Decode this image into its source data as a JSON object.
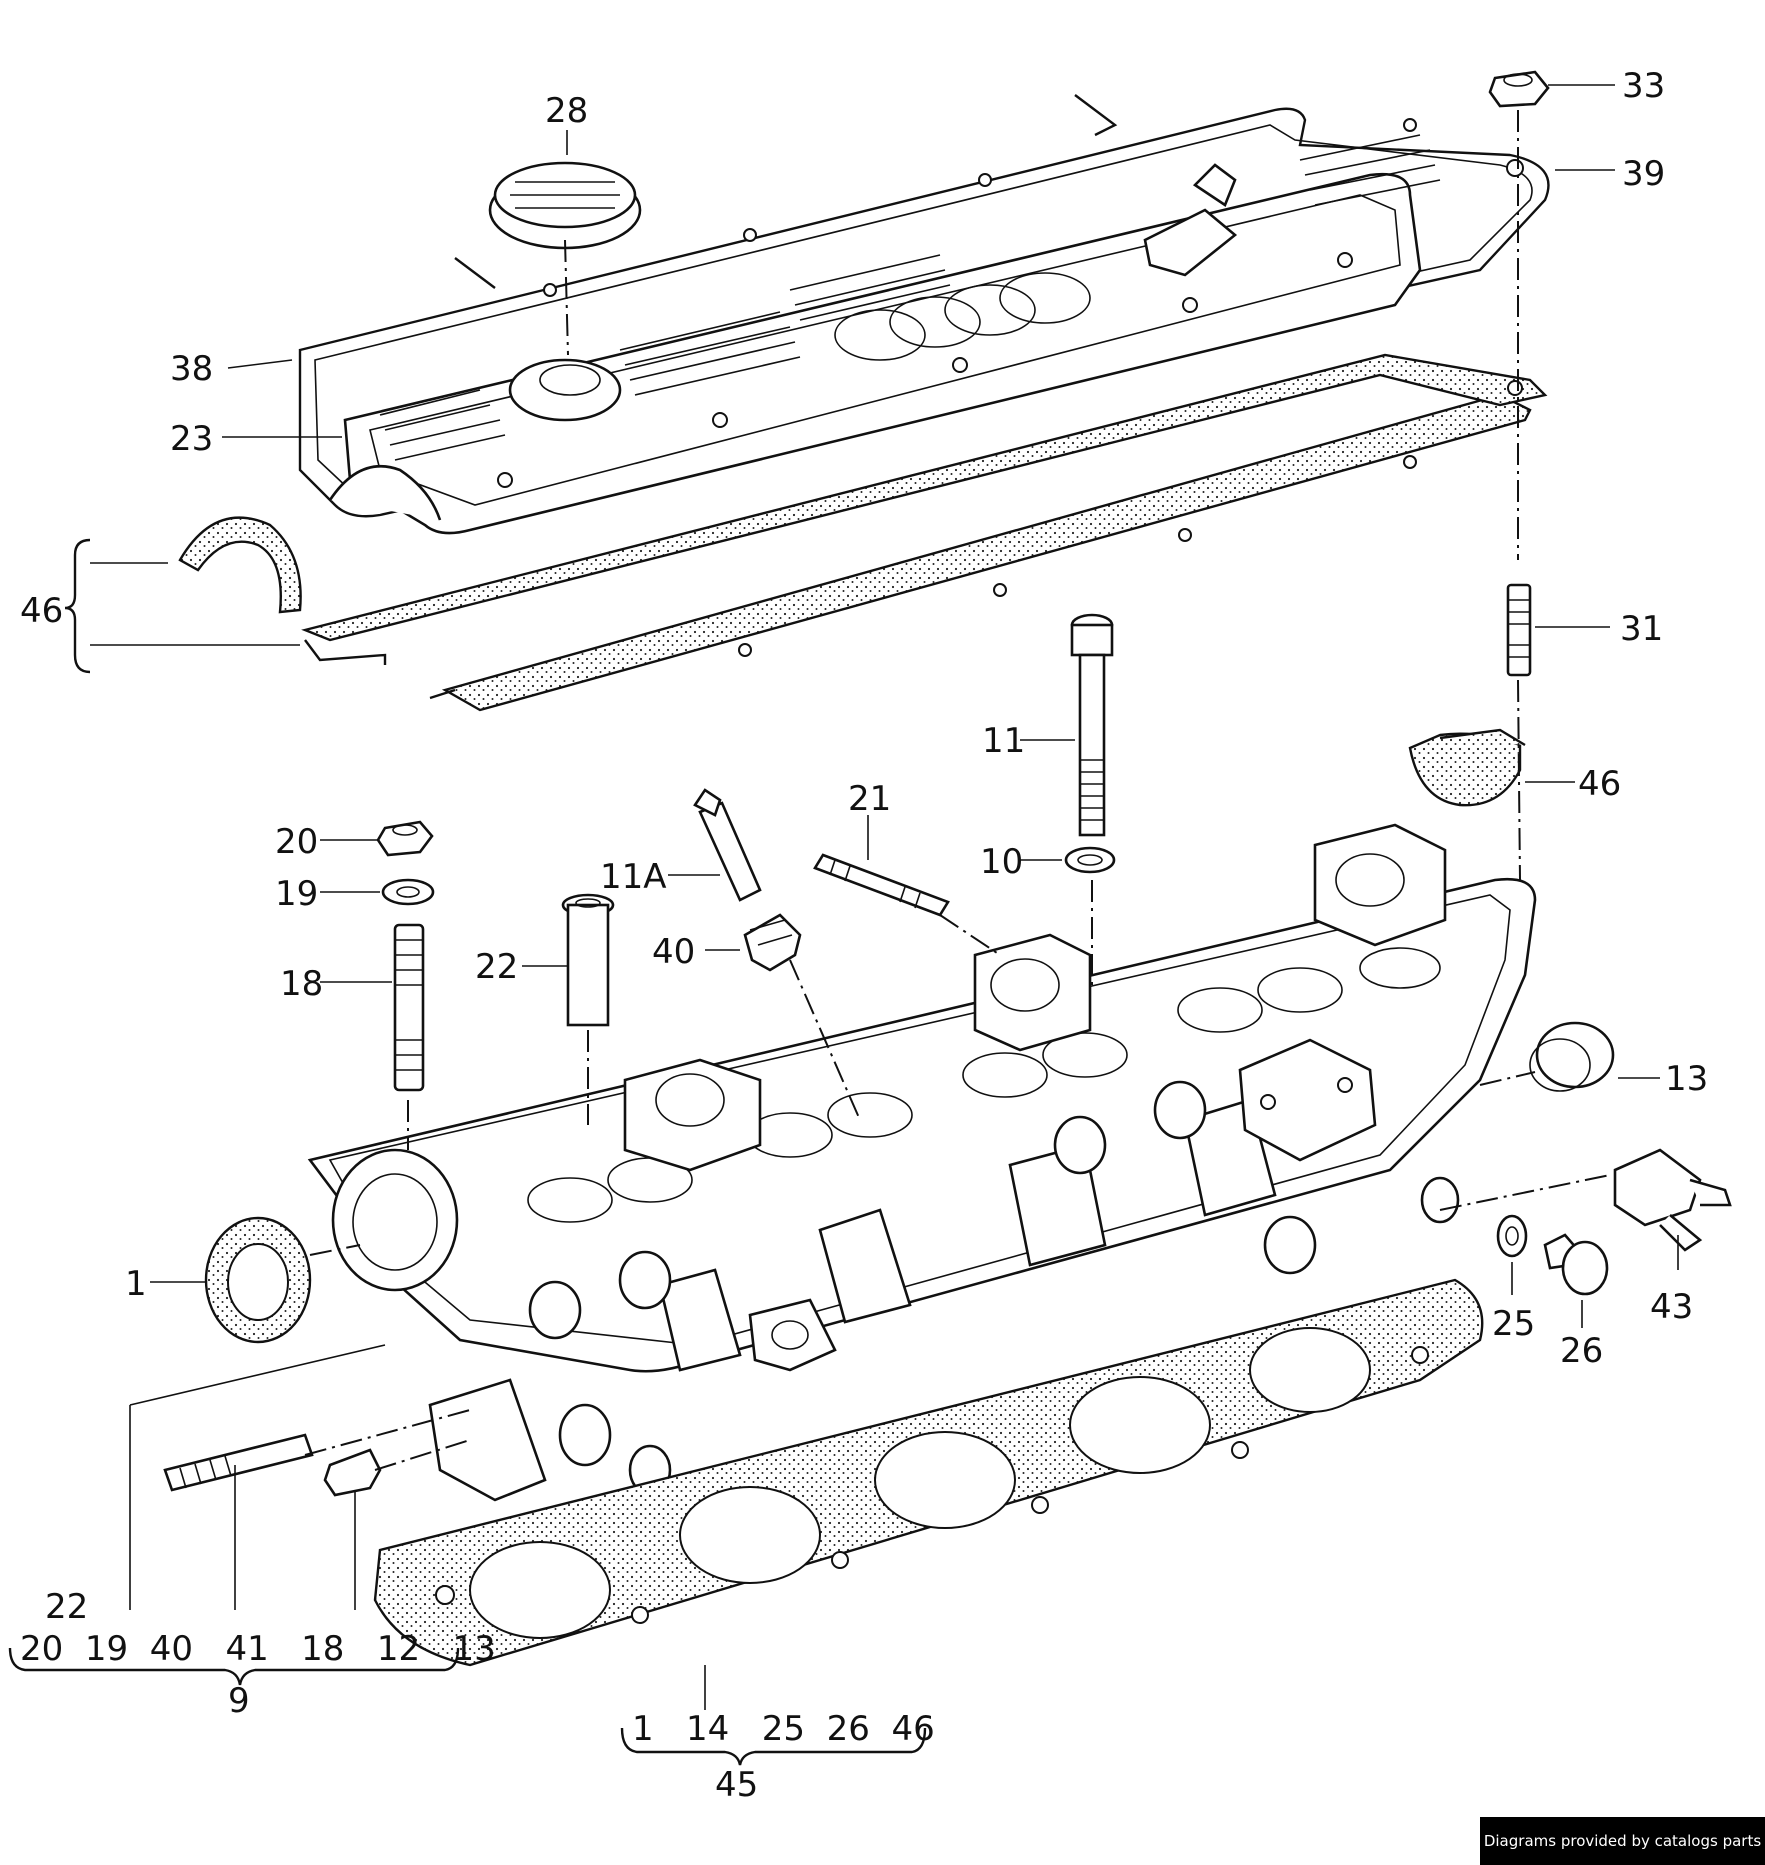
{
  "callouts": [
    {
      "id": "c28",
      "text": "28"
    },
    {
      "id": "c33",
      "text": "33"
    },
    {
      "id": "c39",
      "text": "39"
    },
    {
      "id": "c38",
      "text": "38"
    },
    {
      "id": "c23",
      "text": "23"
    },
    {
      "id": "c46a",
      "text": "46"
    },
    {
      "id": "c31",
      "text": "31"
    },
    {
      "id": "c11",
      "text": "11"
    },
    {
      "id": "c46b",
      "text": "46"
    },
    {
      "id": "c21",
      "text": "21"
    },
    {
      "id": "c10",
      "text": "10"
    },
    {
      "id": "c20",
      "text": "20"
    },
    {
      "id": "c19",
      "text": "19"
    },
    {
      "id": "c11a",
      "text": "11A"
    },
    {
      "id": "c40",
      "text": "40"
    },
    {
      "id": "c22",
      "text": "22"
    },
    {
      "id": "c18",
      "text": "18"
    },
    {
      "id": "c13",
      "text": "13"
    },
    {
      "id": "c1",
      "text": "1"
    },
    {
      "id": "c43",
      "text": "43"
    },
    {
      "id": "c25",
      "text": "25"
    },
    {
      "id": "c26",
      "text": "26"
    }
  ],
  "kit9": {
    "top": "22",
    "row": "20  19  40   41   18   12   13",
    "total": "9"
  },
  "kit45": {
    "row": "1   14   25  26  46",
    "total": "45"
  },
  "credit": "Diagrams provided by catalogs parts"
}
